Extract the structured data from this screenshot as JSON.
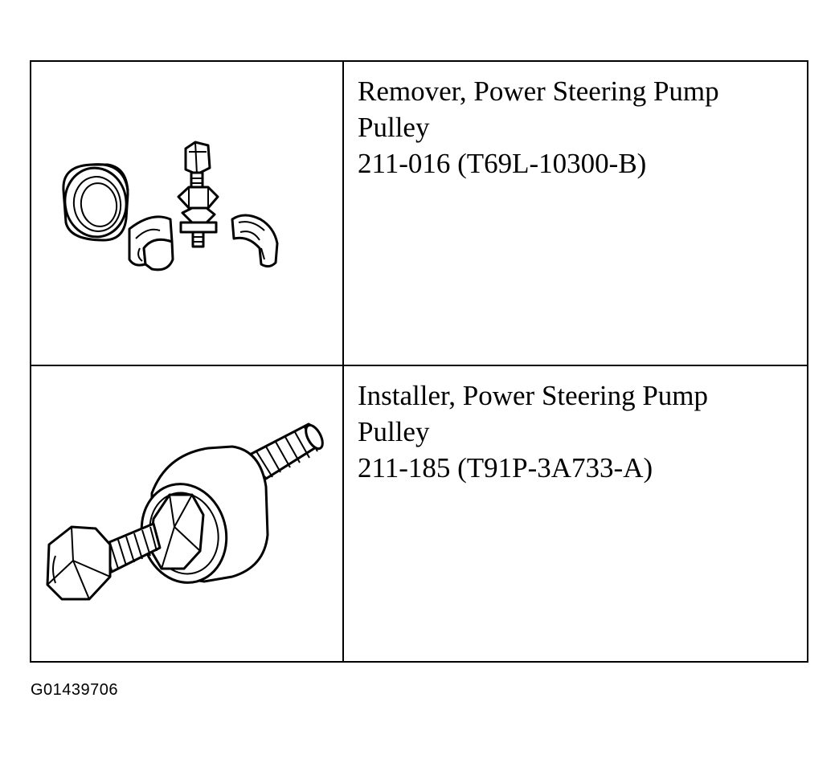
{
  "tools": [
    {
      "name_line1": "Remover, Power Steering Pump",
      "name_line2": "Pulley",
      "part_number": "211-016 (T69L-10300-B)",
      "illustration_icon": "pulley-remover-icon"
    },
    {
      "name_line1": "Installer, Power Steering Pump",
      "name_line2": "Pulley",
      "part_number": "211-185 (T91P-3A733-A)",
      "illustration_icon": "pulley-installer-icon"
    }
  ],
  "figure_id": "G01439706"
}
